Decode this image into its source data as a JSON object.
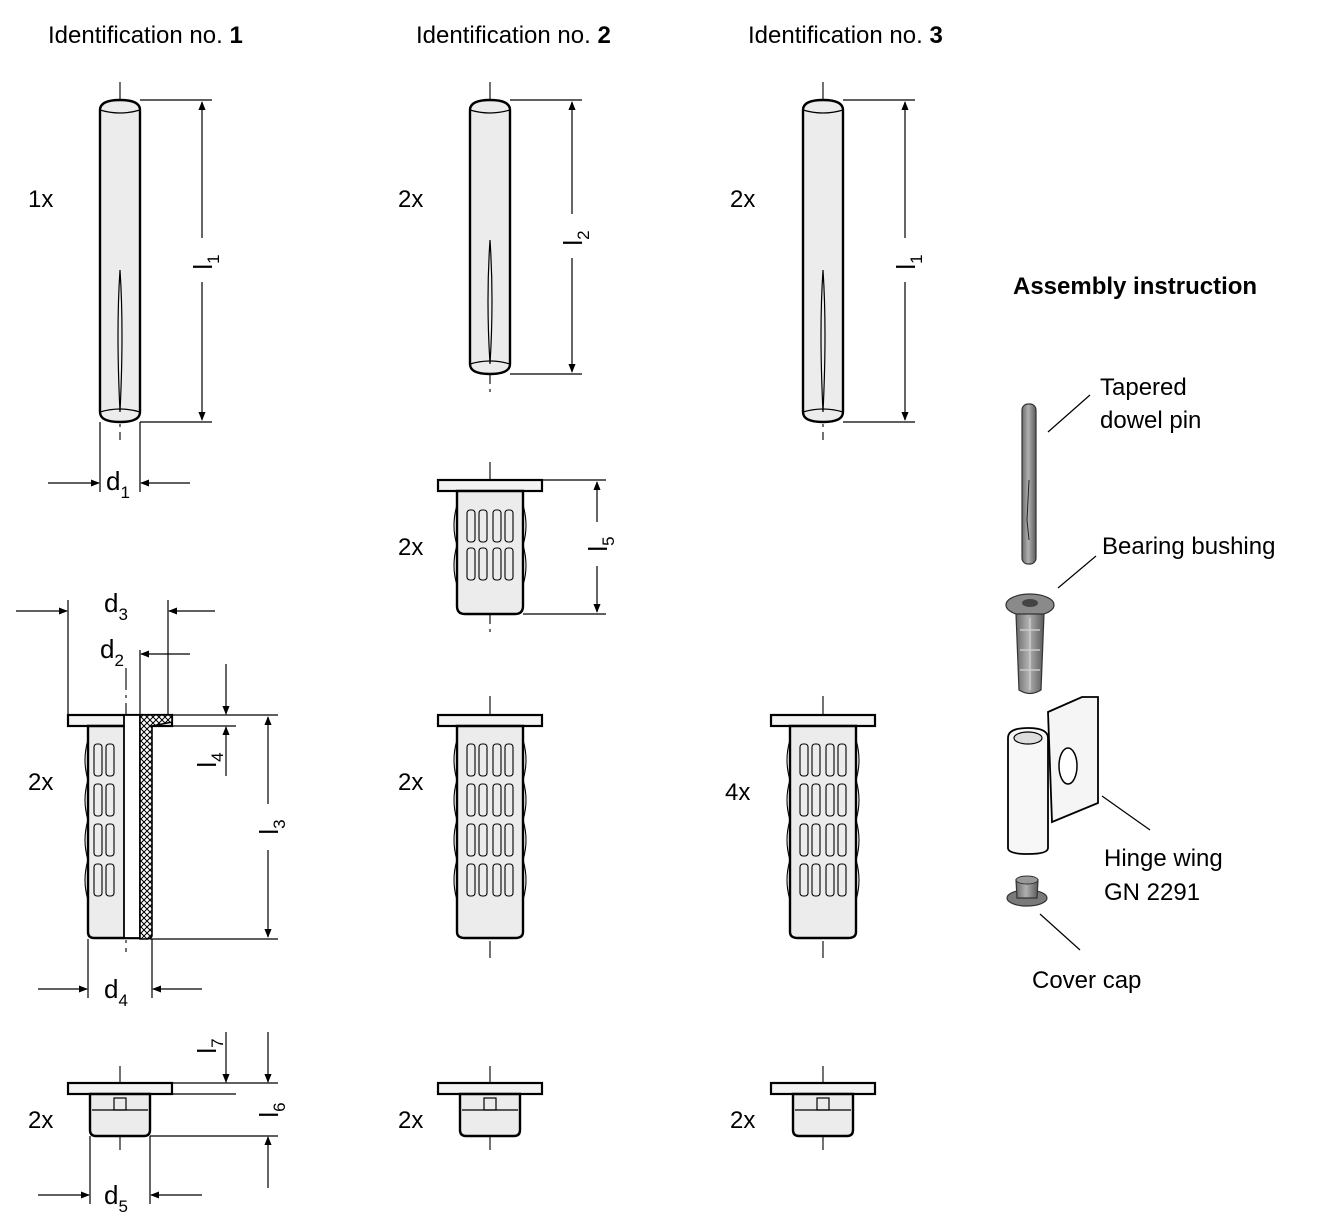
{
  "headers": [
    {
      "text": "Identification no. ",
      "num": "1"
    },
    {
      "text": "Identification no. ",
      "num": "2"
    },
    {
      "text": "Identification no. ",
      "num": "3"
    }
  ],
  "quantities": {
    "pin1": "1x",
    "pin2": "2x",
    "pin3": "2x",
    "bush2_short": "2x",
    "bush1": "2x",
    "bush2": "2x",
    "bush3": "4x",
    "cap1": "2x",
    "cap2": "2x",
    "cap3": "2x"
  },
  "dimensions": {
    "d1": {
      "main": "d",
      "sub": "1"
    },
    "l1a": {
      "main": "l",
      "sub": "1"
    },
    "l2": {
      "main": "l",
      "sub": "2"
    },
    "l1b": {
      "main": "l",
      "sub": "1"
    },
    "l5": {
      "main": "l",
      "sub": "5"
    },
    "d3": {
      "main": "d",
      "sub": "3"
    },
    "d2": {
      "main": "d",
      "sub": "2"
    },
    "l4": {
      "main": "l",
      "sub": "4"
    },
    "l3": {
      "main": "l",
      "sub": "3"
    },
    "d4": {
      "main": "d",
      "sub": "4"
    },
    "l7": {
      "main": "l",
      "sub": "7"
    },
    "l6": {
      "main": "l",
      "sub": "6"
    },
    "d5": {
      "main": "d",
      "sub": "5"
    }
  },
  "assembly": {
    "title": "Assembly instruction",
    "pin_label_1": "Tapered",
    "pin_label_2": "dowel pin",
    "bushing_label": "Bearing bushing",
    "hinge_label_1": "Hinge wing",
    "hinge_label_2": "GN 2291",
    "cap_label": "Cover cap"
  }
}
